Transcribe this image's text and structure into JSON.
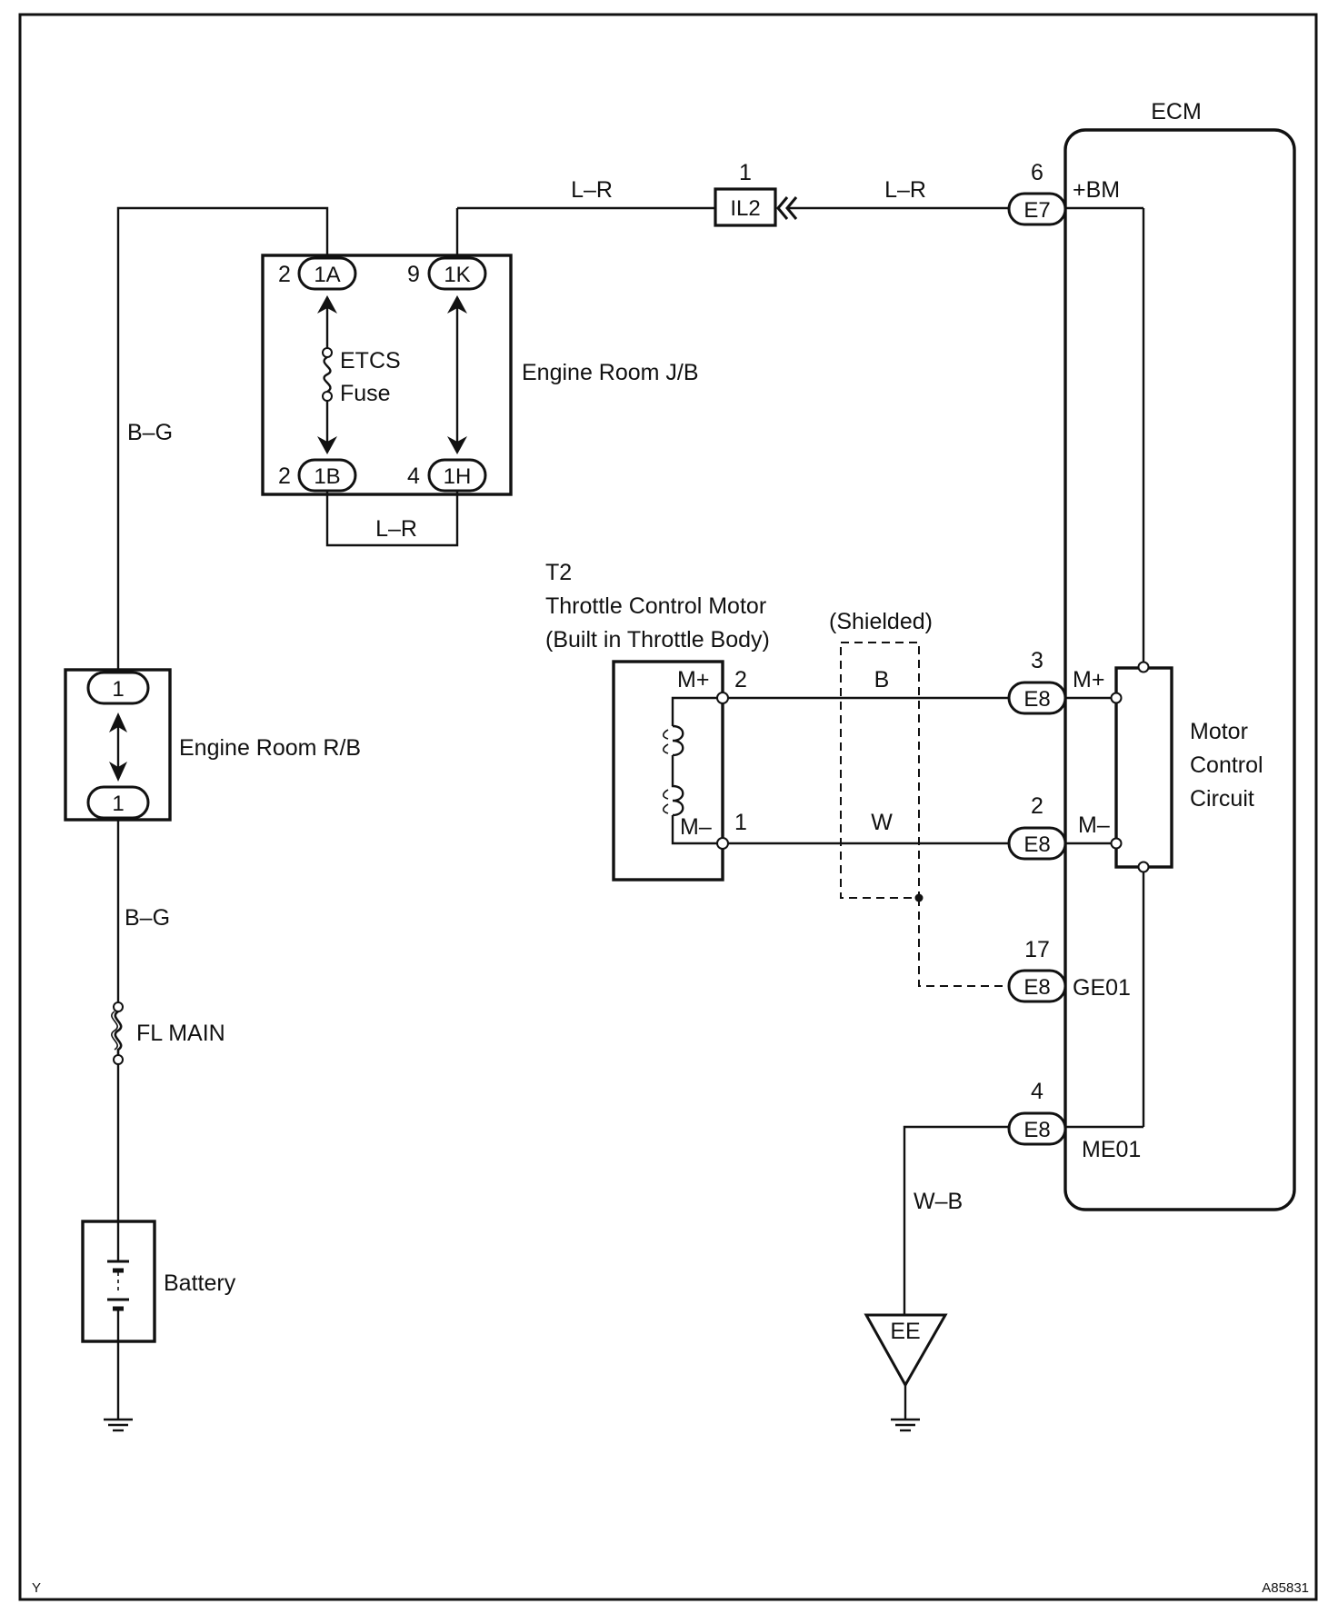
{
  "components": {
    "ecm": {
      "title": "ECM",
      "pins": {
        "bm": {
          "num": "6",
          "conn": "E7",
          "label": "+BM"
        },
        "mplus": {
          "num": "3",
          "conn": "E8",
          "label": "M+"
        },
        "mminus": {
          "num": "2",
          "conn": "E8",
          "label": "M–"
        },
        "ge01": {
          "num": "17",
          "conn": "E8",
          "label": "GE01"
        },
        "me01": {
          "num": "4",
          "conn": "E8",
          "label": "ME01"
        }
      },
      "motor_circuit_label": [
        "Motor",
        "Control",
        "Circuit"
      ]
    },
    "junction_il2": {
      "num": "1",
      "label": "IL2"
    },
    "engine_room_jb": {
      "label": "Engine Room J/B",
      "fuse_label": [
        "ETCS",
        "Fuse"
      ],
      "connectors": {
        "c1a": {
          "num": "2",
          "label": "1A"
        },
        "c1k": {
          "num": "9",
          "label": "1K"
        },
        "c1b": {
          "num": "2",
          "label": "1B"
        },
        "c1h": {
          "num": "4",
          "label": "1H"
        }
      }
    },
    "engine_room_rb": {
      "label": "Engine Room R/B",
      "top_conn": "1",
      "bottom_conn": "1"
    },
    "fl_main": {
      "label": "FL MAIN"
    },
    "battery": {
      "label": "Battery"
    },
    "ground_ee": {
      "label": "EE"
    },
    "throttle_motor": {
      "code": "T2",
      "name": "Throttle Control Motor",
      "detail": "(Built in Throttle Body)",
      "pin_mplus": {
        "label": "M+",
        "num": "2"
      },
      "pin_mminus": {
        "label": "M–",
        "num": "1"
      }
    },
    "shield": {
      "label": "(Shielded)"
    }
  },
  "wires": {
    "jb_to_il2": "L–R",
    "il2_to_ecm": "L–R",
    "jb_loop": "L–R",
    "battery_upper": "B–G",
    "battery_lower": "B–G",
    "motor_plus": "B",
    "motor_minus": "W",
    "ground": "W–B"
  },
  "corner": {
    "left": "Y",
    "right": "A85831"
  }
}
